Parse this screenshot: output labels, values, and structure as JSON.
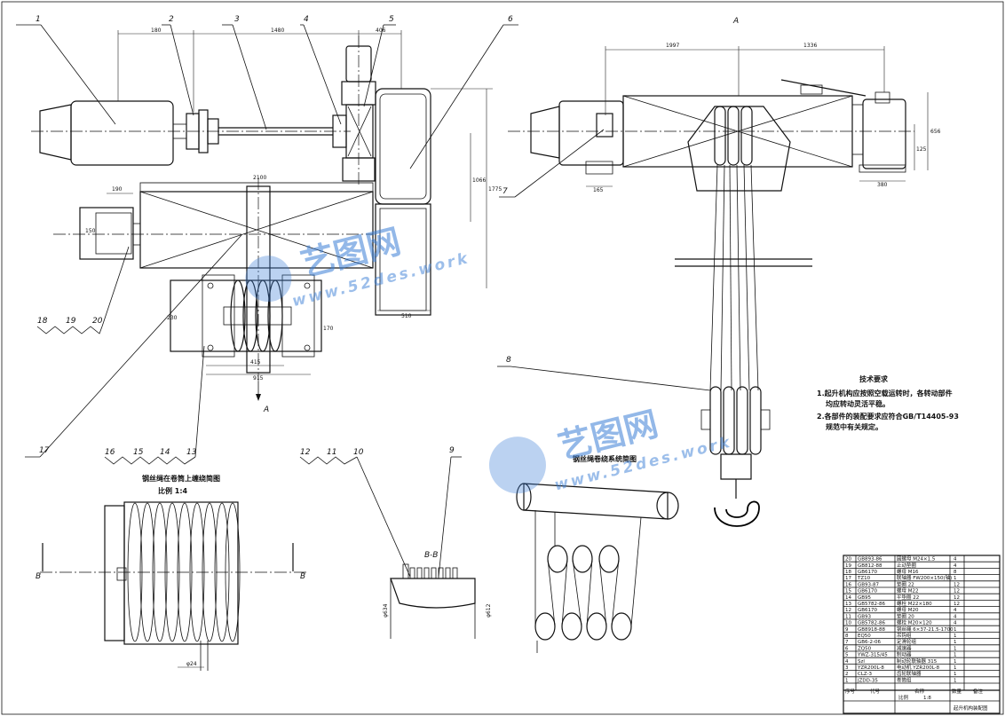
{
  "drawing": {
    "part_labels": [
      "1",
      "2",
      "3",
      "4",
      "5",
      "6",
      "7",
      "8",
      "9",
      "10",
      "11",
      "12",
      "13",
      "14",
      "15",
      "16",
      "17",
      "18",
      "19",
      "20"
    ],
    "view_marks": {
      "a_top": "A",
      "a_right": "A",
      "a_arrow": "A",
      "b_left": "B",
      "b_right": "B",
      "section_bb": "B-B"
    },
    "dims": {
      "d180": "180",
      "d1480": "1480",
      "d406": "406",
      "d2100": "2100",
      "d190": "190",
      "d150": "150",
      "d1775": "1775",
      "d1066": "1066",
      "d510": "510",
      "d415": "415",
      "d915": "915",
      "d230": "230",
      "d170": "170",
      "d1997": "1997",
      "d1336": "1336",
      "d656": "656",
      "d125": "125",
      "d380": "380",
      "d165": "165",
      "d24": "φ24",
      "d634": "φ634",
      "d612": "φ612"
    },
    "detail_title": "钢丝绳在卷筒上缠绕简图",
    "detail_scale": "比例 1:4",
    "reeving_title": "钢丝绳卷绕系统简图",
    "tech_title": "技术要求",
    "tech_lines": [
      "1.起升机构应按照空载运转时，各转动部件",
      "均应转动灵活平稳。",
      "2.各部件的装配要求应符合GB/T14405-93",
      "规范中有关规定。"
    ]
  },
  "watermark": {
    "cn": "艺图网",
    "en": "www.52des.work"
  },
  "title_block": {
    "rows": [
      {
        "no": "20",
        "code": "GB893-86",
        "name": "圆螺母 M24×1.5",
        "qty": "4"
      },
      {
        "no": "19",
        "code": "GB812-88",
        "name": "止动垫圈",
        "qty": "4"
      },
      {
        "no": "18",
        "code": "GB6170",
        "name": "螺母 M16",
        "qty": "8"
      },
      {
        "no": "17",
        "code": "TZ10",
        "name": "联轴器 FW200×150(轴)",
        "qty": "1"
      },
      {
        "no": "16",
        "code": "GB93-87",
        "name": "垫圈 22",
        "qty": "12"
      },
      {
        "no": "15",
        "code": "GB6170",
        "name": "螺母 M22",
        "qty": "12"
      },
      {
        "no": "14",
        "code": "GB95",
        "name": "平垫圈 22",
        "qty": "12"
      },
      {
        "no": "13",
        "code": "GB5782-86",
        "name": "螺栓 M22×180",
        "qty": "12"
      },
      {
        "no": "12",
        "code": "GB6170",
        "name": "螺母 M20",
        "qty": "4"
      },
      {
        "no": "11",
        "code": "GB93",
        "name": "垫圈 20",
        "qty": "4"
      },
      {
        "no": "10",
        "code": "GB5782-86",
        "name": "螺栓 M20×120",
        "qty": "4"
      },
      {
        "no": "9",
        "code": "GB8918-88",
        "name": "钢丝绳 6×37-21.5-1700",
        "qty": "1"
      },
      {
        "no": "8",
        "code": "EQ50",
        "name": "吊钩组",
        "qty": "1"
      },
      {
        "no": "7",
        "code": "GB6-2-06",
        "name": "定滑轮组",
        "qty": "1"
      },
      {
        "no": "6",
        "code": "ZQ50",
        "name": "减速器",
        "qty": "1"
      },
      {
        "no": "5",
        "code": "YWZ-315/45",
        "name": "制动器",
        "qty": "1"
      },
      {
        "no": "4",
        "code": "Szl",
        "name": "制动轮联轴器 315",
        "qty": "1"
      },
      {
        "no": "3",
        "code": "YZR200L-8",
        "name": "电动机 YZR200L-8",
        "qty": "1"
      },
      {
        "no": "2",
        "code": "CLZ-3",
        "name": "齿轮联轴器",
        "qty": "1"
      },
      {
        "no": "1",
        "code": "JZDD-35",
        "name": "卷筒组",
        "qty": "1"
      }
    ],
    "header": {
      "no": "序号",
      "code": "代号",
      "name": "名称",
      "qty": "数量",
      "note": "备注"
    },
    "drawing_name": "起升机构装配图",
    "scale_label": "比例",
    "scale_value": "1:8"
  }
}
